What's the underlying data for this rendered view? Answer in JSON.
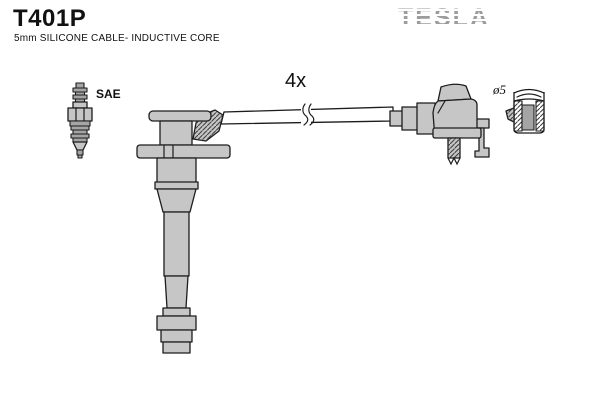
{
  "header": {
    "part_number": "T401P",
    "description": "5mm SILICONE CABLE- INDUCTIVE CORE",
    "brand": "TESLA"
  },
  "diagram": {
    "quantity_label": "4x",
    "spark_plug_label": "SAE",
    "cap_diameter_label": "ø5"
  },
  "icons": {
    "spark_plug": "spark-plug-icon",
    "boot": "spark-plug-boot-icon",
    "cable": "ignition-cable-icon",
    "cable_break": "cable-break-mark-icon",
    "coil_connector": "coil-end-connector-icon",
    "terminal_cap": "terminal-cap-cross-section-icon"
  },
  "colors": {
    "part_fill": "#c6c6c6",
    "part_fill_dark": "#a5a5a5",
    "outline": "#1c1c1c",
    "brand_gray": "#9c9c9c",
    "background": "#ffffff",
    "text": "#111111"
  }
}
